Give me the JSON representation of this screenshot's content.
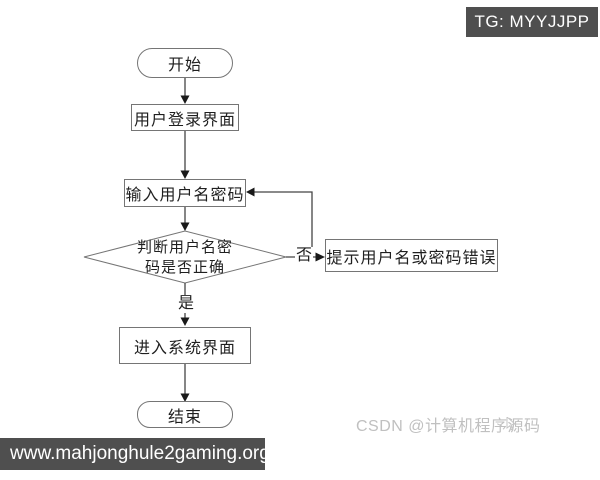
{
  "badges": {
    "tg": "TG: MYYJJPP",
    "site": "www.mahjonghule2gaming.org"
  },
  "watermark": {
    "csdn": "CSDN @计算机程序源码"
  },
  "flowchart": {
    "nodes": {
      "start": {
        "label": "开始",
        "shape": "terminator"
      },
      "login_ui": {
        "label": "用户登录界面",
        "shape": "process"
      },
      "input_credentials": {
        "label": "输入用户名密码",
        "shape": "process"
      },
      "decision": {
        "label_line1": "判断用户名密",
        "label_line2": "码是否正确",
        "shape": "decision"
      },
      "error_hint": {
        "label": "提示用户名或密码错误",
        "shape": "process"
      },
      "enter_system": {
        "label": "进入系统界面",
        "shape": "process"
      },
      "end": {
        "label": "结束",
        "shape": "terminator"
      }
    },
    "branch_labels": {
      "no": "否",
      "yes": "是"
    },
    "edges": [
      {
        "from": "start",
        "to": "login_ui"
      },
      {
        "from": "login_ui",
        "to": "input_credentials"
      },
      {
        "from": "input_credentials",
        "to": "decision"
      },
      {
        "from": "decision",
        "to": "error_hint",
        "label": "否"
      },
      {
        "from": "decision",
        "to": "enter_system",
        "label": "是"
      },
      {
        "from": "error_branch",
        "to": "input_credentials"
      },
      {
        "from": "enter_system",
        "to": "end"
      }
    ]
  },
  "colors": {
    "badge_bg": "#4f4f4f",
    "badge_text": "#ffffff",
    "connector": "#454545",
    "arrowhead": "#191919",
    "shape_border": "#757575",
    "node_text": "#1f1f1f",
    "watermark_text": "#c0c0c0",
    "background": "#ffffff"
  }
}
